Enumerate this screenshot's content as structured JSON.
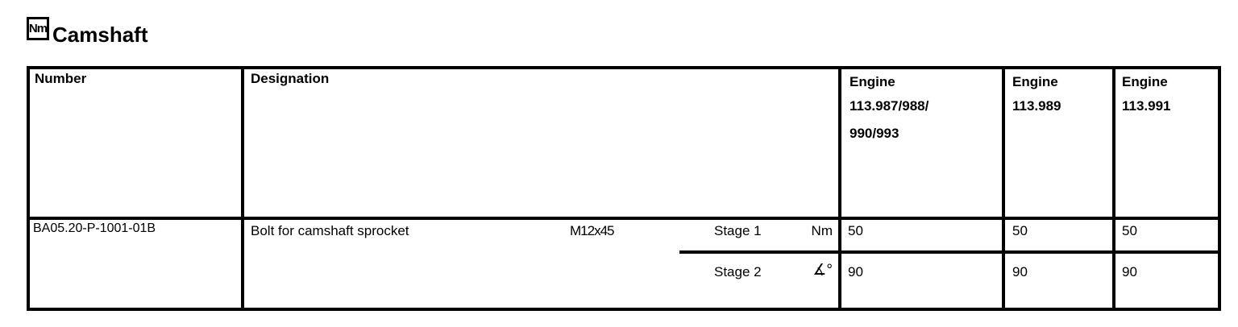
{
  "header": {
    "icon_label": "Nm",
    "title": "Camshaft"
  },
  "table": {
    "col_number_label": "Number",
    "col_designation_label": "Designation",
    "engine_columns": [
      {
        "lines": [
          "Engine",
          "113.987/988/",
          "990/993"
        ]
      },
      {
        "lines": [
          "Engine",
          "113.989"
        ]
      },
      {
        "lines": [
          "Engine",
          "113.991"
        ]
      }
    ],
    "row": {
      "number": "BA05.20-P-1001-01B",
      "designation": "Bolt for camshaft sprocket",
      "thread_size": "M12x45",
      "stages": [
        {
          "label": "Stage 1",
          "unit": "Nm",
          "values": [
            "50",
            "50",
            "50"
          ]
        },
        {
          "label": "Stage 2",
          "unit": "∡°",
          "values": [
            "90",
            "90",
            "90"
          ]
        }
      ]
    }
  },
  "colors": {
    "ink": "#000000",
    "paper": "#ffffff"
  }
}
